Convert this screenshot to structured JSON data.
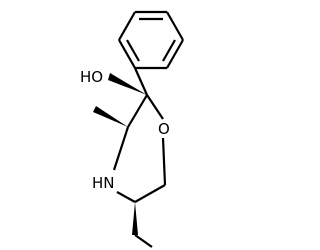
{
  "molecule": {
    "atoms": {
      "hydroxyl": "HO",
      "ring_oxygen": "O",
      "ring_nitrogen": "HN"
    }
  }
}
